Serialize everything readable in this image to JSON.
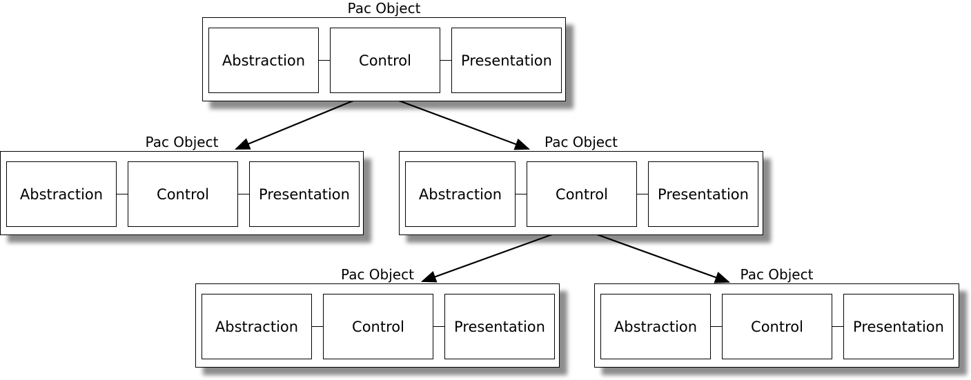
{
  "objects": [
    {
      "title": "Pac Object",
      "components": [
        "Abstraction",
        "Control",
        "Presentation"
      ]
    },
    {
      "title": "Pac Object",
      "components": [
        "Abstraction",
        "Control",
        "Presentation"
      ]
    },
    {
      "title": "Pac Object",
      "components": [
        "Abstraction",
        "Control",
        "Presentation"
      ]
    },
    {
      "title": "Pac Object",
      "components": [
        "Abstraction",
        "Control",
        "Presentation"
      ]
    },
    {
      "title": "Pac Object",
      "components": [
        "Abstraction",
        "Control",
        "Presentation"
      ]
    }
  ],
  "edges": [
    {
      "from": 0,
      "to": 1
    },
    {
      "from": 0,
      "to": 2
    },
    {
      "from": 2,
      "to": 3
    },
    {
      "from": 2,
      "to": 4
    }
  ]
}
